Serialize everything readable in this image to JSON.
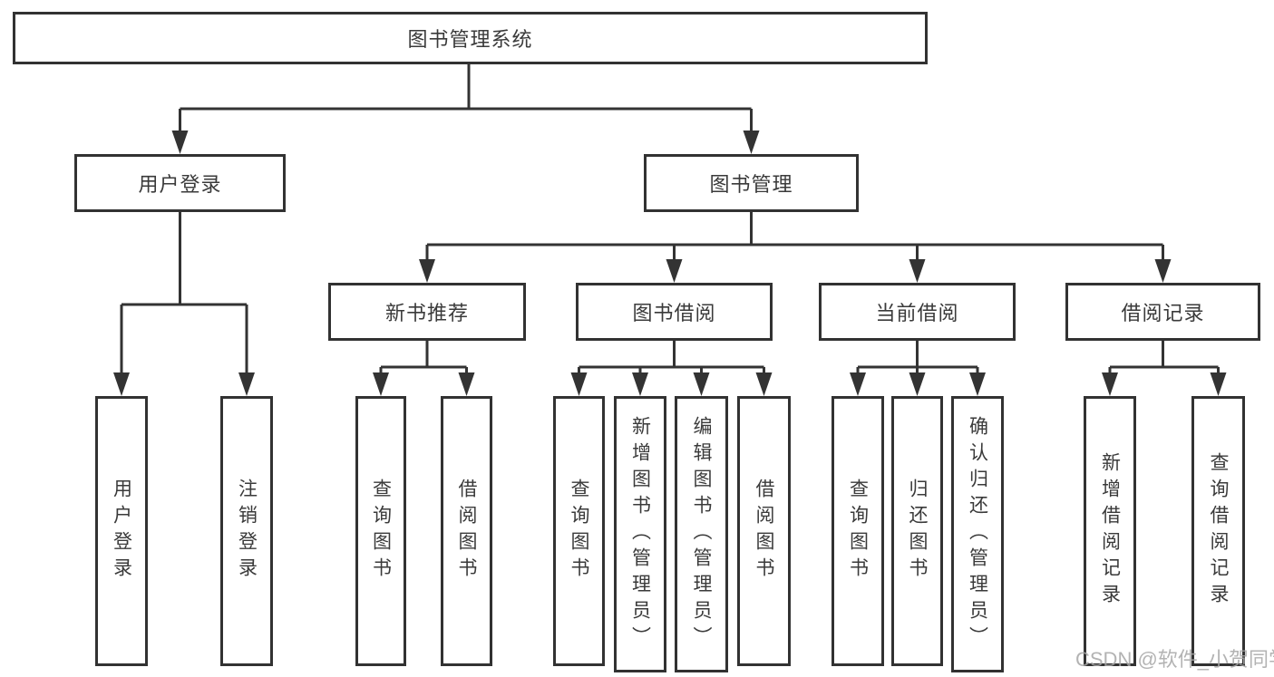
{
  "diagram": {
    "root": {
      "label": "图书管理系统",
      "children": [
        {
          "label": "用户登录",
          "children": [
            {
              "label": "用户登录"
            },
            {
              "label": "注销登录"
            }
          ]
        },
        {
          "label": "图书管理",
          "children": [
            {
              "label": "新书推荐",
              "children": [
                {
                  "label": "查询图书"
                },
                {
                  "label": "借阅图书"
                }
              ]
            },
            {
              "label": "图书借阅",
              "children": [
                {
                  "label": "查询图书"
                },
                {
                  "label": "新增图书（管理员）"
                },
                {
                  "label": "编辑图书（管理员）"
                },
                {
                  "label": "借阅图书"
                }
              ]
            },
            {
              "label": "当前借阅",
              "children": [
                {
                  "label": "查询图书"
                },
                {
                  "label": "归还图书"
                },
                {
                  "label": "确认归还（管理员）"
                }
              ]
            },
            {
              "label": "借阅记录",
              "children": [
                {
                  "label": "新增借阅记录"
                },
                {
                  "label": "查询借阅记录"
                }
              ]
            }
          ]
        }
      ]
    }
  },
  "watermark": "CSDN @软件_小贺同学",
  "colors": {
    "line": "#333333",
    "text": "#3a3a3a",
    "watermark": "#a6a6a6",
    "background": "#ffffff"
  }
}
